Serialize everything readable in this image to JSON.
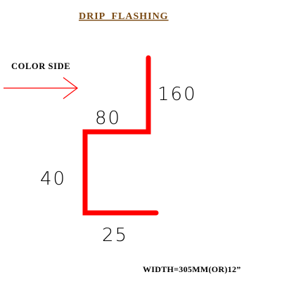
{
  "title": "DRIP  FLASHING",
  "color_side_label": "COLOR SIDE",
  "dimensions": {
    "top_vertical": "160",
    "top_horizontal": "80",
    "left_vertical": "40",
    "bottom_horizontal": "25"
  },
  "width_note": "WIDTH=305MM(OR)12”",
  "colors": {
    "title": "#7a4a14",
    "profile_line": "#ff0000",
    "arrow": "#ff0000",
    "text": "#000000"
  },
  "icons": {
    "arrow": "right-arrow-icon"
  }
}
